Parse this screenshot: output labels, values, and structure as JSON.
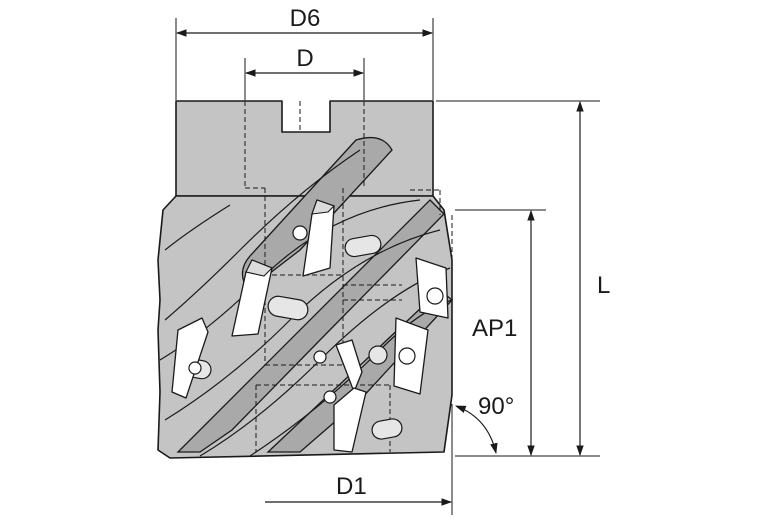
{
  "dimensions": {
    "d6": "D6",
    "d": "D",
    "l": "L",
    "ap1": "AP1",
    "d1": "D1",
    "angle": "90°"
  }
}
